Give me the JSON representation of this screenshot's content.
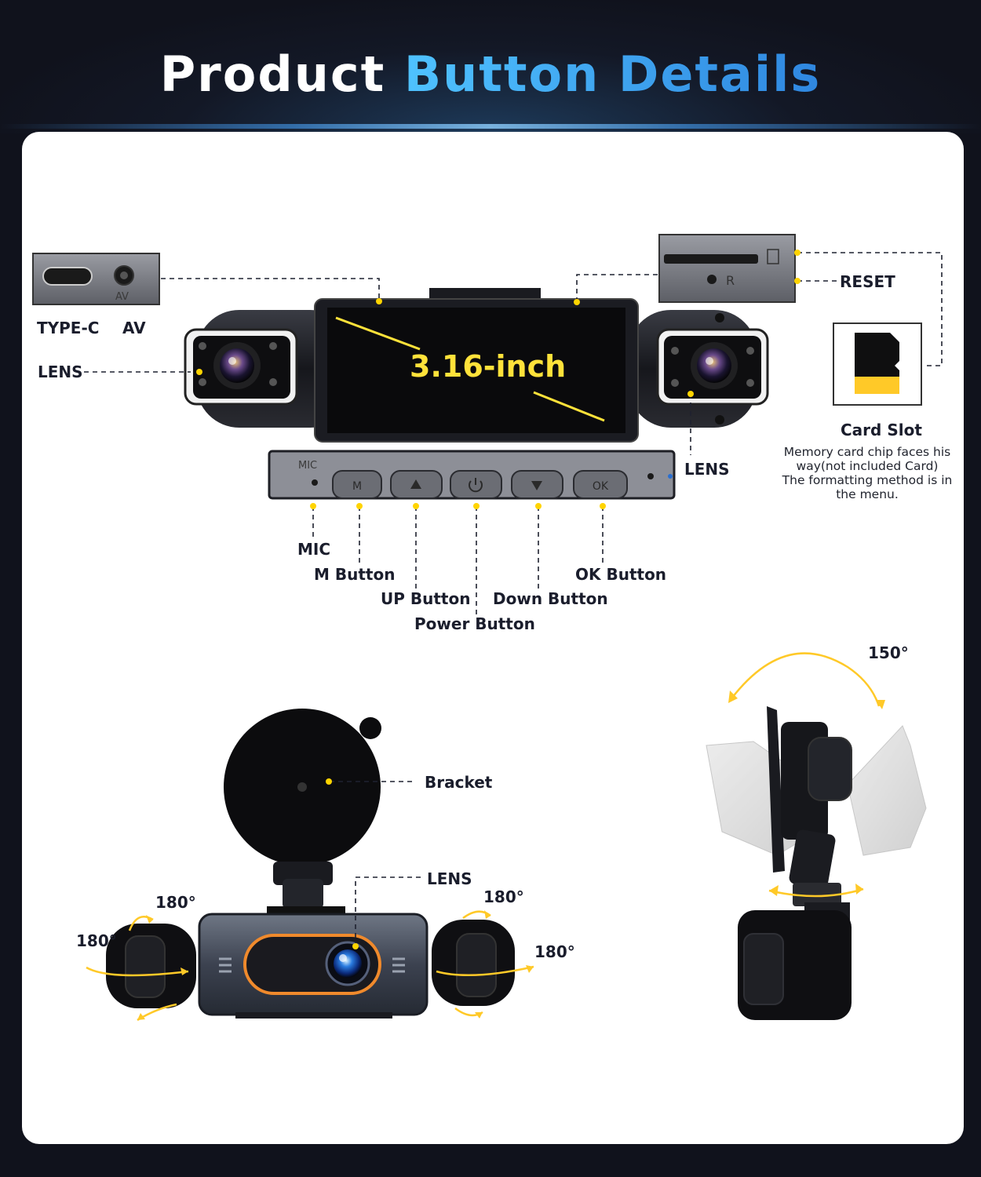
{
  "header": {
    "title_part1": "Product",
    "title_part2": "Button Details"
  },
  "colors": {
    "background": "#10121c",
    "accent_blue": "#4fc2ff",
    "callout_yellow": "#ffd400",
    "panel": "#ffffff"
  },
  "top_device": {
    "screen_size": "3.16-inch",
    "port_labels": {
      "type_c": "TYPE-C",
      "av": "AV"
    },
    "port_engravings": {
      "av": "AV",
      "reset": "R"
    },
    "lens_left_label": "LENS",
    "lens_right_label": "LENS",
    "reset_label": "RESET",
    "card_slot": {
      "title": "Card Slot",
      "note_line1": "Memory card chip faces his",
      "note_line2": "way(not included Card)",
      "note_line3": "The formatting method is in",
      "note_line4": "the menu."
    },
    "button_strip": {
      "mic_engraving": "MIC",
      "m_glyph": "M",
      "ok_glyph": "OK"
    },
    "button_labels": {
      "mic": "MIC",
      "m": "M Button",
      "up": "UP Button",
      "power": "Power Button",
      "down": "Down Button",
      "ok": "OK Button"
    }
  },
  "bottom_device": {
    "bracket_label": "Bracket",
    "lens_label": "LENS",
    "rotation_left_top": "180°",
    "rotation_left_side": "180°",
    "rotation_right_top": "180°",
    "rotation_right_side": "180°",
    "mount_rotation": "150°"
  }
}
